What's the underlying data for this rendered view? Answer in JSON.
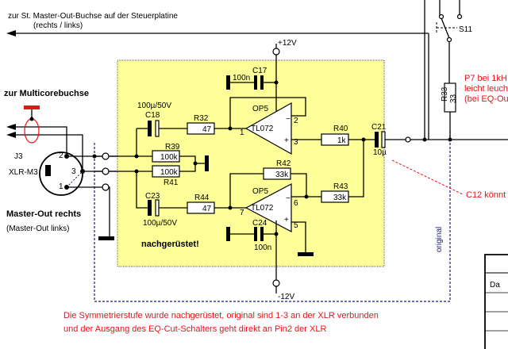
{
  "labels": {
    "top_note_1": "zur St. Master-Out-Buchse auf der Steuerplatine",
    "top_note_2": "(rechts / links)",
    "multicore": "zur Multicorebuchse",
    "connector": "J3",
    "connector_type": "XLR-M3",
    "output_1": "Master-Out rechts",
    "output_2": "(Master-Out links)",
    "retrofit": "nachgerüstet!",
    "original": "original",
    "switch": "S11",
    "pos_supply": "+12V",
    "neg_supply": "-12V",
    "pin2": "2",
    "pin3": "3",
    "pin1": "1"
  },
  "components": {
    "c17": {
      "ref": "C17",
      "value": "100n"
    },
    "c18": {
      "ref": "C18",
      "value": "100µ/50V"
    },
    "r32": {
      "ref": "R32",
      "value": "47"
    },
    "r39": {
      "ref": "R39",
      "value": "100k"
    },
    "r41": {
      "ref": "R41",
      "value": "100k"
    },
    "c23": {
      "ref": "C23",
      "value": "100µ/50V"
    },
    "r44": {
      "ref": "R44",
      "value": "47"
    },
    "r42": {
      "ref": "R42",
      "value": "33k"
    },
    "r43": {
      "ref": "R43",
      "value": "33k"
    },
    "r40": {
      "ref": "R40",
      "value": "1k"
    },
    "c21": {
      "ref": "C21",
      "value": "10µ"
    },
    "c24": {
      "ref": "C24",
      "value": "100n"
    },
    "r33": {
      "ref": "R33",
      "value": "33"
    },
    "op_a": {
      "ref": "OP5",
      "type": "TL072",
      "pin_out": "1",
      "pin_inv": "2",
      "pin_noninv": "3"
    },
    "op_b": {
      "ref": "OP5",
      "type": "TL072",
      "pin_out": "7",
      "pin_inv": "6",
      "pin_noninv": "5"
    }
  },
  "notes": {
    "p7_1": "P7 bei 1kH",
    "p7_2": "leicht leuch",
    "p7_3": "(bei EQ-Ou",
    "c12": "C12 könnt",
    "bottom_1": "Die Symmetrierstufe wurde nachgerüstet, original sind 1-3 an der XLR verbunden",
    "bottom_2": "und der Ausgang des EQ-Cut-Schalters geht direkt an Pin2 der XLR"
  },
  "title_block": {
    "cell": "Da"
  },
  "colors": {
    "yellow_box": "#ffff99",
    "annotation_red": "#e8121a",
    "dashed_blue": "#1a1a8c"
  }
}
